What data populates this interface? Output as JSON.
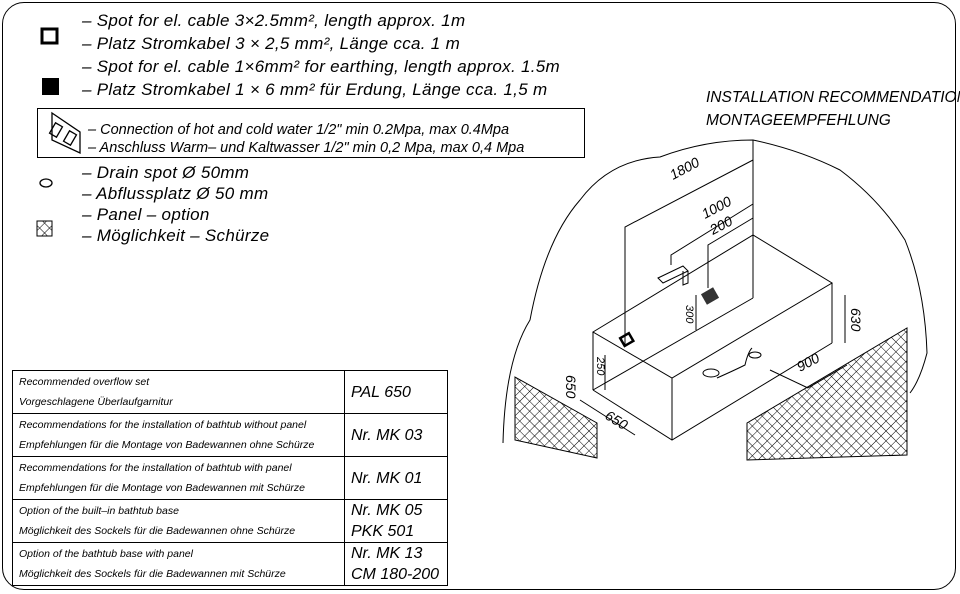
{
  "legend": {
    "cable_3x25_en": "– Spot for el. cable 3×2.5mm², length approx. 1m",
    "cable_3x25_de": "– Platz Stromkabel 3 × 2,5 mm², Länge cca. 1 m",
    "cable_1x6_en": "– Spot for el. cable 1×6mm² for earthing, length approx. 1.5m",
    "cable_1x6_de": "– Platz Stromkabel 1 × 6 mm² für Erdung, Länge cca. 1,5 m",
    "water_en": "– Connection of hot and cold water 1/2\" min 0.2Mpa, max 0.4Mpa",
    "water_de": "– Anschluss Warm– und Kaltwasser 1/2\" min 0,2 Mpa, max 0,4 Mpa",
    "drain_en": "– Drain spot Ø 50mm",
    "drain_de": "– Abflussplatz Ø 50 mm",
    "panel_en": "– Panel – option",
    "panel_de": "– Möglichkeit – Schürze"
  },
  "title": {
    "en": "INSTALLATION RECOMMENDATION",
    "de": "MONTAGEEMPFEHLUNG"
  },
  "dimensions": {
    "d1800": "1800",
    "d1000": "1000",
    "d200": "200",
    "d300": "300",
    "d630": "630",
    "d900": "900",
    "d650_h": "650",
    "d650_w": "650",
    "d250": "250"
  },
  "table": [
    {
      "en": "Recommended overflow set",
      "de": "Vorgeschlagene Überlaufgarnitur",
      "code1": "PAL 650",
      "code2": ""
    },
    {
      "en": "Recommendations for the installation of bathtub without panel",
      "de": "Empfehlungen für die Montage von Badewannen ohne Schürze",
      "code1": "Nr. MK 03",
      "code2": ""
    },
    {
      "en": "Recommendations for the installation of bathtub with panel",
      "de": "Empfehlungen für die Montage von Badewannen mit Schürze",
      "code1": "Nr. MK 01",
      "code2": ""
    },
    {
      "en": "Option of the built–in bathtub base",
      "de": "Möglichkeit des Sockels für die Badewannen ohne Schürze",
      "code1": "Nr. MK 05",
      "code2": "PKK 501"
    },
    {
      "en": "Option of the bathtub base with panel",
      "de": "Möglichkeit des Sockels für die Badewannen mit Schürze",
      "code1": "Nr. MK 13",
      "code2": "CM 180-200"
    }
  ]
}
